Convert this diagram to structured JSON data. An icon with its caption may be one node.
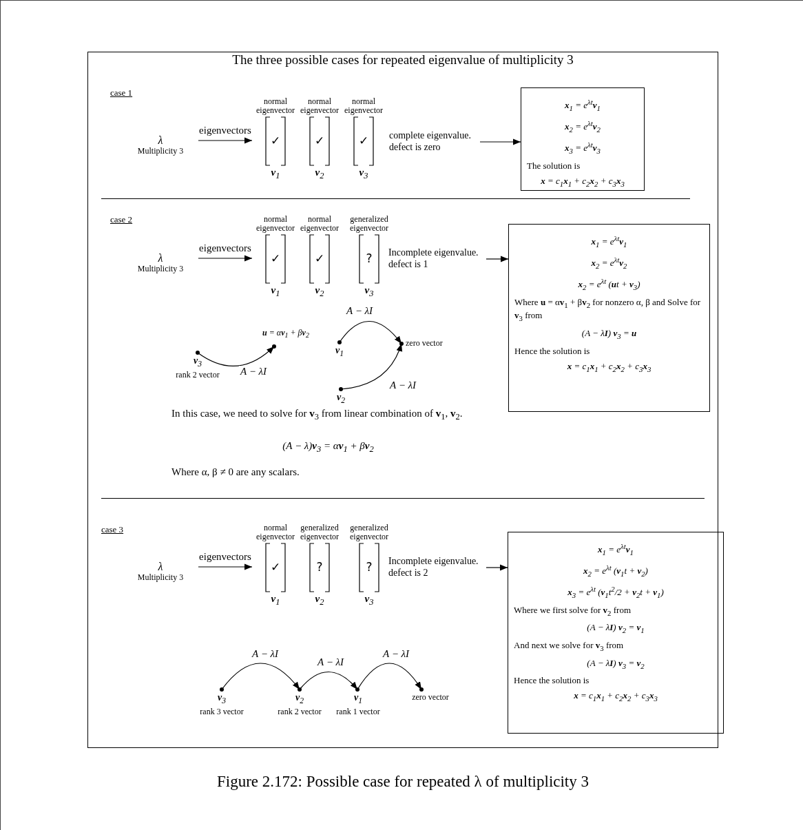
{
  "diagram": {
    "title": "The three possible cases for repeated eigenvalue of multiplicity 3",
    "caption": "Figure 2.172: Possible case for repeated λ of multiplicity 3",
    "nodes": [
      {
        "text": [
          "λ",
          "Multiplicity 3"
        ]
      },
      {
        "text": [
          "normal eigenvector",
          "✓",
          "**v**$_{1}$"
        ]
      },
      {
        "text": [
          "normal eigenvector",
          "✓",
          "**v**$_{2}$"
        ]
      },
      {
        "text": [
          "normal eigenvector",
          "✓",
          "**v**$_{3}$"
        ]
      },
      {
        "text": [
          "complete eigenvalue. defect is zero"
        ]
      },
      {
        "text": [
          "**x**$_{1}$ = e$^{λt}$**v**$_{1}$",
          "**x**$_{2}$ = e$^{λt}$**v**$_{2}$",
          "**x**$_{3}$ = e$^{λt}$**v**$_{3}$",
          "The solution is",
          "**x** = c$_{1}$**x**$_{1}$ + c$_{2}$**x**$_{2}$ + c$_{3}$**x**$_{3}$"
        ]
      },
      {
        "text": [
          "λ",
          "Multiplicity 3"
        ]
      },
      {
        "text": [
          "normal eigenvector",
          "✓",
          "**v**$_{1}$"
        ]
      },
      {
        "text": [
          "normal eigenvector",
          "✓",
          "**v**$_{2}$"
        ]
      },
      {
        "text": [
          "generalized eigenvector",
          "?",
          "**v**$_{3}$"
        ]
      },
      {
        "text": [
          "Incomplete eigenvalue. defect is 1"
        ]
      },
      {
        "text": [
          "**x**$_{1}$ = e$^{λt}$**v**$_{1}$",
          "**x**$_{2}$ = e$^{λt}$**v**$_{2}$",
          "**x**$_{2}$ = e$^{λt}$ (**u**t + **v**$_{3}$)",
          "Where **u** = α**v**$_{1}$ + β**v**$_{2}$ for nonzero α, β and Solve for **v**$_{3}$ from",
          "(A − λ**I**) **v**$_{3}$ = **u**",
          "Hence the solution is",
          "**x** = c$_{1}$**x**$_{1}$ + c$_{2}$**x**$_{2}$ + c$_{3}$**x**$_{3}$"
        ]
      },
      {
        "text": [
          "**v**$_{3}$",
          "rank 2 vector"
        ]
      },
      {
        "text": [
          "**u** = α**v**$_{1}$ + β**v**$_{2}$"
        ]
      },
      {
        "text": [
          "**v**$_{1}$"
        ]
      },
      {
        "text": [
          "zero vector"
        ]
      },
      {
        "text": [
          "**v**$_{2}$"
        ]
      },
      {
        "text": [
          "λ",
          "Multiplicity 3"
        ]
      },
      {
        "text": [
          "normal eigenvector",
          "✓",
          "**v**$_{1}$"
        ]
      },
      {
        "text": [
          "generalized eigenvector",
          "?",
          "**v**$_{2}$"
        ]
      },
      {
        "text": [
          "generalized eigenvector",
          "?",
          "**v**$_{3}$"
        ]
      },
      {
        "text": [
          "Incomplete eigenvalue. defect is 2"
        ]
      },
      {
        "text": [
          "**x**$_{1}$ = e$^{λt}$**v**$_{1}$",
          "**x**$_{2}$ = e$^{λt}$ (**v**$_{1}$t + **v**$_{2}$)",
          "**x**$_{3}$ = e$^{λt}$ (**v**$_{1}$t$^{2}$/2 + **v**$_{2}$t + **v**$_{1}$)",
          "Where we first solve for **v**$_{2}$ from",
          "(A − λ**I**) **v**$_{2}$ = **v**$_{1}$",
          "And next we solve for **v**$_{3}$ from",
          "(A − λ**I**) **v**$_{3}$ = **v**$_{2}$",
          "Hence the solution is",
          "**x** = c$_{1}$**x**$_{1}$ + c$_{2}$**x**$_{2}$ + c$_{3}$**x**$_{3}$"
        ]
      },
      {
        "text": [
          "**v**$_{3}$",
          "rank 3 vector"
        ]
      },
      {
        "text": [
          "**v**$_{2}$",
          "rank 2 vector"
        ]
      },
      {
        "text": [
          "**v**$_{1}$",
          "rank 1 vector"
        ]
      },
      {
        "text": [
          "zero vector"
        ]
      }
    ],
    "edges": [
      {
        "from": 0,
        "to": 1,
        "arrow": "to",
        "label": "eigenvectors"
      },
      {
        "from": 4,
        "to": 5,
        "arrow": "to"
      },
      {
        "from": 6,
        "to": 7,
        "arrow": "to",
        "label": "eigenvectors"
      },
      {
        "from": 10,
        "to": 11,
        "arrow": "to"
      },
      {
        "from": 12,
        "to": 13,
        "arrow": "to",
        "label": "A − λI"
      },
      {
        "from": 14,
        "to": 15,
        "arrow": "to",
        "label": "A − λI"
      },
      {
        "from": 16,
        "to": 15,
        "arrow": "to",
        "label": "A − λI"
      },
      {
        "from": 17,
        "to": 18,
        "arrow": "to",
        "label": "eigenvectors"
      },
      {
        "from": 21,
        "to": 22,
        "arrow": "to"
      },
      {
        "from": 23,
        "to": 24,
        "arrow": "to",
        "label": "A − λI"
      },
      {
        "from": 24,
        "to": 25,
        "arrow": "to",
        "label": "A − λI"
      },
      {
        "from": 25,
        "to": 26,
        "arrow": "to",
        "label": "A − λI"
      }
    ],
    "labels": [
      "case 1",
      "case 2",
      "case 3",
      "In this case, we need to solve for **v**$_{3}$ from linear combination of **v**$_{1}$, **v**$_{2}$.",
      "(A − λ)**v**$_{3}$ = α**v**$_{1}$ + β**v**$_{2}$",
      "Where α, β ≠ 0 are any scalars."
    ]
  }
}
